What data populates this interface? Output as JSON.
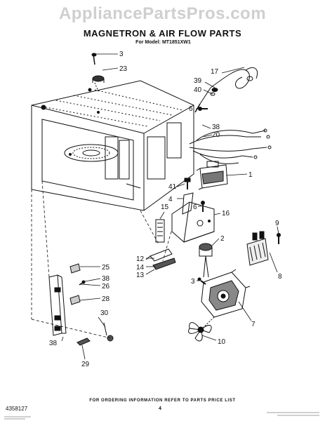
{
  "watermark": "AppliancePartsPros.com",
  "title": "MAGNETRON & AIR FLOW PARTS",
  "model_prefix": "For Model:",
  "model_number": "MT1851XW1",
  "footer_note": "FOR ORDERING INFORMATION REFER TO PARTS PRICE LIST",
  "document_number": "4358127",
  "page_number": "4",
  "callouts": {
    "c3_top": "3",
    "c23": "23",
    "c17": "17",
    "c39": "39",
    "c40": "40",
    "c6_top": "6",
    "c38_top": "38",
    "c20": "20",
    "c1": "1",
    "c41": "41",
    "c4": "4",
    "c6_mid": "6",
    "c15": "15",
    "c16": "16",
    "c2": "2",
    "c9": "9",
    "c12": "12",
    "c14": "14",
    "c13": "13",
    "c8": "8",
    "c3_bot": "3",
    "c25": "25",
    "c38_mid": "38",
    "c26": "26",
    "c28": "28",
    "c30": "30",
    "c7": "7",
    "c38_bot": "38",
    "c10": "10",
    "c29": "29"
  }
}
